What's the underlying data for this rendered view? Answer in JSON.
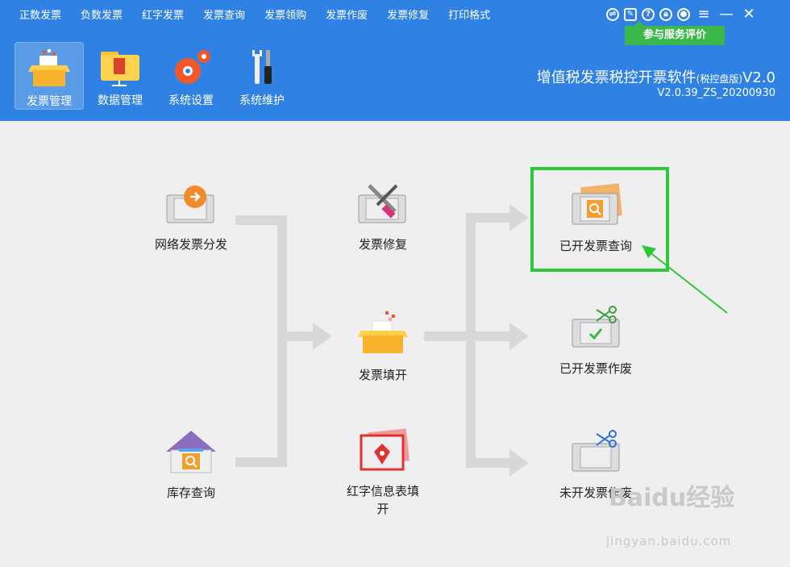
{
  "menu": [
    "正数发票",
    "负数发票",
    "红字发票",
    "发票查询",
    "发票领购",
    "发票作废",
    "发票修复",
    "打印格式"
  ],
  "window_icons": [
    "swap-icon",
    "feedback-icon",
    "help-icon",
    "lock-icon",
    "user-icon",
    "menu-icon",
    "minimize-icon",
    "close-icon"
  ],
  "eval_button": "参与服务评价",
  "toolbar": {
    "items": [
      {
        "label": "发票管理",
        "icon": "invoice-box-icon",
        "active": true
      },
      {
        "label": "数据管理",
        "icon": "folder-icon",
        "active": false
      },
      {
        "label": "系统设置",
        "icon": "gear-icon",
        "active": false
      },
      {
        "label": "系统维护",
        "icon": "tools-icon",
        "active": false
      }
    ]
  },
  "app": {
    "title": "增值税发票税控开票软件",
    "edition": "(税控盘版)",
    "version_suffix": "V2.0",
    "build": "V2.0.39_ZS_20200930"
  },
  "nodes": {
    "network": "网络发票分发",
    "stock": "库存查询",
    "repair": "发票修复",
    "issue": "发票填开",
    "red_info": "红字信息表填开",
    "query": "已开发票查询",
    "void_issued": "已开发票作废",
    "void_unissued": "未开发票作废"
  },
  "colors": {
    "header": "#2f82e3",
    "highlight": "#2fc73a",
    "flow": "#d8d8d8",
    "accent_orange": "#f08a2a"
  },
  "watermark": {
    "logo": "Baidu经验",
    "url": "jingyan.baidu.com"
  }
}
